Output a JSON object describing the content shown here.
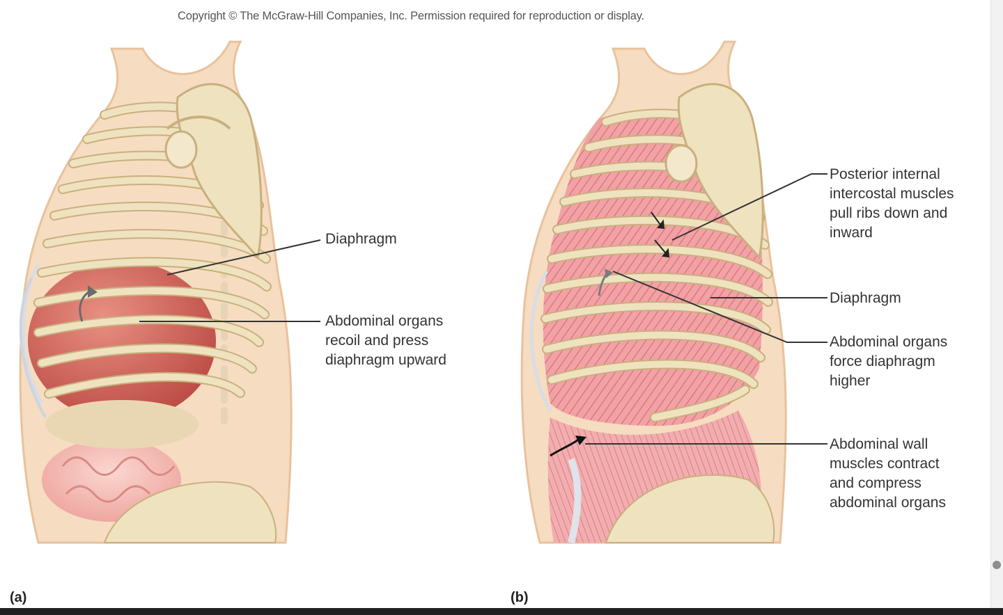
{
  "copyright": "Copyright © The McGraw-Hill Companies, Inc. Permission required for reproduction or display.",
  "panel_a": {
    "letter": "(a)",
    "labels": {
      "diaphragm": "Diaphragm",
      "abdominal_organs": [
        "Abdominal organs",
        "recoil and press",
        "diaphragm upward"
      ]
    }
  },
  "panel_b": {
    "letter": "(b)",
    "labels": {
      "intercostal": [
        "Posterior internal",
        "intercostal muscles",
        "pull ribs down and",
        "inward"
      ],
      "diaphragm": "Diaphragm",
      "abdominal_organs": [
        "Abdominal organs",
        "force diaphragm",
        "higher"
      ],
      "abdominal_wall": [
        "Abdominal wall",
        "muscles contract",
        "and compress",
        "abdominal organs"
      ]
    }
  },
  "colors": {
    "skin": "#f6dcc0",
    "bone": "#efe2bf",
    "bone_edge": "#c8b07e",
    "muscle": "#e98a8f",
    "organ": "#cf5a52",
    "leader": "#333333"
  }
}
